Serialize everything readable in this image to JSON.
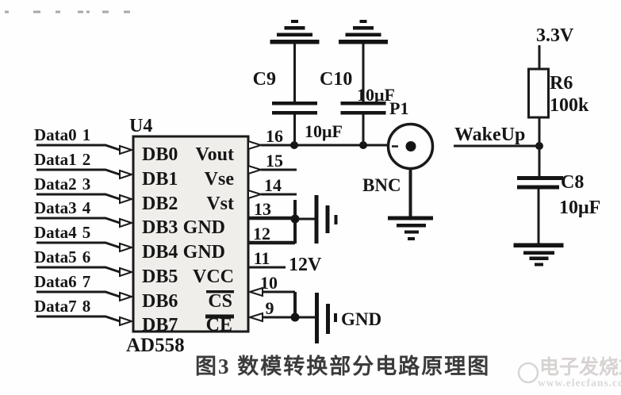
{
  "figure": {
    "caption": "图3 数模转换部分电路原理图"
  },
  "ic": {
    "designator": "U4",
    "part": "AD558",
    "left": [
      {
        "net": "Data0",
        "pin": "1",
        "port": "DB0"
      },
      {
        "net": "Data1",
        "pin": "2",
        "port": "DB1"
      },
      {
        "net": "Data2",
        "pin": "3",
        "port": "DB2"
      },
      {
        "net": "Data3",
        "pin": "4",
        "port": "DB3"
      },
      {
        "net": "Data4",
        "pin": "5",
        "port": "DB4"
      },
      {
        "net": "Data5",
        "pin": "6",
        "port": "DB5"
      },
      {
        "net": "Data6",
        "pin": "7",
        "port": "DB6"
      },
      {
        "net": "Data7",
        "pin": "8",
        "port": "DB7"
      }
    ],
    "right": [
      {
        "pin": "16",
        "port": "Vout"
      },
      {
        "pin": "15",
        "port": "Vse"
      },
      {
        "pin": "14",
        "port": "Vst"
      },
      {
        "pin": "13",
        "port": "GND"
      },
      {
        "pin": "12",
        "port": "GND"
      },
      {
        "pin": "11",
        "port": "VCC"
      },
      {
        "pin": "10",
        "port": "CS"
      },
      {
        "pin": "9",
        "port": "CE"
      }
    ]
  },
  "components": {
    "c9": {
      "ref": "C9",
      "value": "10μF"
    },
    "c10": {
      "ref": "C10",
      "value": "10μF"
    },
    "c8": {
      "ref": "C8",
      "value": "10μF"
    },
    "r6": {
      "ref": "R6",
      "value": "100k"
    },
    "p1": {
      "ref": "P1",
      "type": "BNC"
    }
  },
  "nets": {
    "v33": "3.3V",
    "v12": "12V",
    "wakeup": "WakeUp",
    "gnd": "GND"
  },
  "watermark": {
    "brand": "电子发烧友",
    "url": "www.elecfans.com"
  }
}
